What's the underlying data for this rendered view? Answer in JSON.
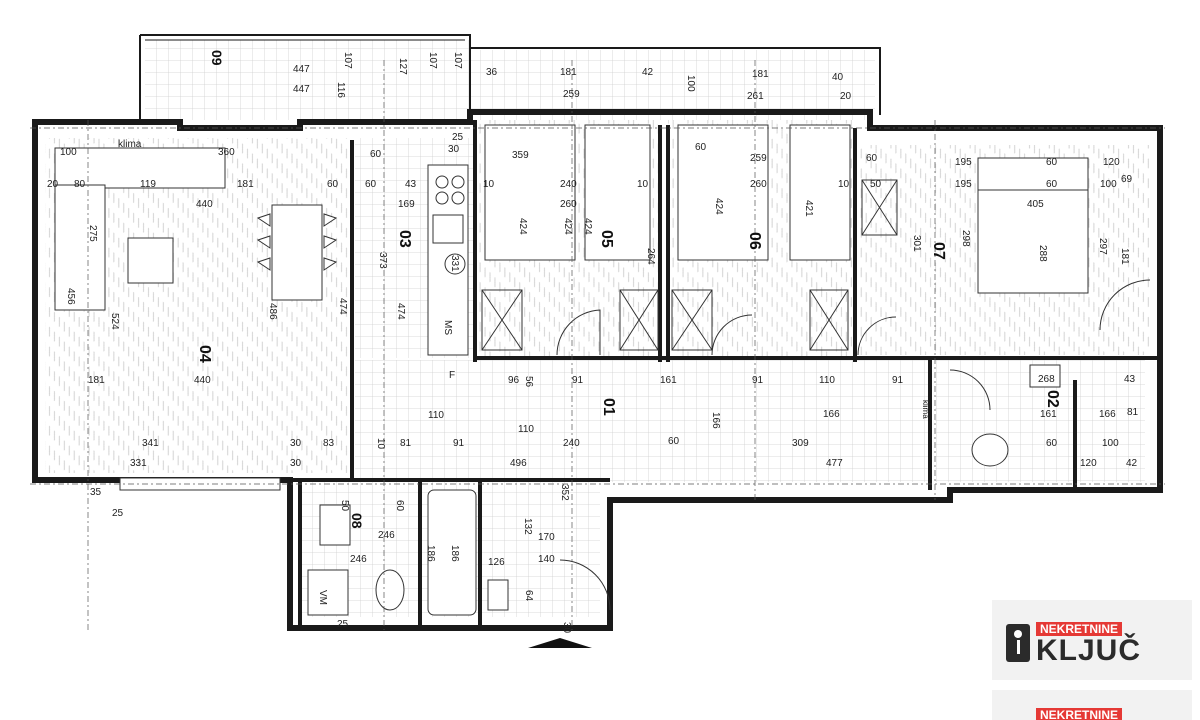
{
  "rooms": [
    {
      "id": "r04",
      "num": "04"
    },
    {
      "id": "r03",
      "num": "03"
    },
    {
      "id": "r05",
      "num": "05"
    },
    {
      "id": "r06",
      "num": "06"
    },
    {
      "id": "r07",
      "num": "07"
    },
    {
      "id": "r01",
      "num": "01"
    },
    {
      "id": "r02",
      "num": "02"
    },
    {
      "id": "r08",
      "num": "08"
    },
    {
      "id": "r09",
      "num": "09"
    }
  ],
  "labels": {
    "klima_1": "klima",
    "klima_2": "klima",
    "ms": "MS",
    "f": "F",
    "vm": "VM"
  },
  "dimensions": [
    "447",
    "447",
    "107",
    "127",
    "107",
    "107",
    "116",
    "36",
    "181",
    "42",
    "100",
    "181",
    "40",
    "259",
    "261",
    "20",
    "100",
    "360",
    "60",
    "30",
    "25",
    "359",
    "60",
    "259",
    "60",
    "195",
    "60",
    "120",
    "20",
    "80",
    "119",
    "181",
    "60",
    "60",
    "43",
    "10",
    "240",
    "10",
    "260",
    "10",
    "50",
    "195",
    "60",
    "100",
    "69",
    "440",
    "169",
    "260",
    "421",
    "405",
    "298",
    "288",
    "297",
    "424",
    "424",
    "424",
    "424",
    "301",
    "181",
    "275",
    "373",
    "474",
    "474",
    "486",
    "524",
    "456",
    "331",
    "264",
    "440",
    "181",
    "96",
    "56",
    "91",
    "161",
    "91",
    "110",
    "91",
    "268",
    "43",
    "341",
    "30",
    "83",
    "10",
    "81",
    "110",
    "91",
    "110",
    "240",
    "166",
    "166",
    "161",
    "166",
    "81",
    "331",
    "30",
    "496",
    "60",
    "309",
    "477",
    "60",
    "120",
    "100",
    "42",
    "35",
    "25",
    "50",
    "60",
    "170",
    "132",
    "352",
    "140",
    "246",
    "246",
    "186",
    "186",
    "126",
    "64",
    "25",
    "30"
  ],
  "branding": {
    "line1": "NEKRETNINE",
    "line2": "KLJUČ",
    "line1_repeat": "NEKRETNINE"
  },
  "colors": {
    "wall": "#1a1a1a",
    "hatch": "#d6d6d6",
    "line": "#333333",
    "brand_red": "#e53935"
  }
}
